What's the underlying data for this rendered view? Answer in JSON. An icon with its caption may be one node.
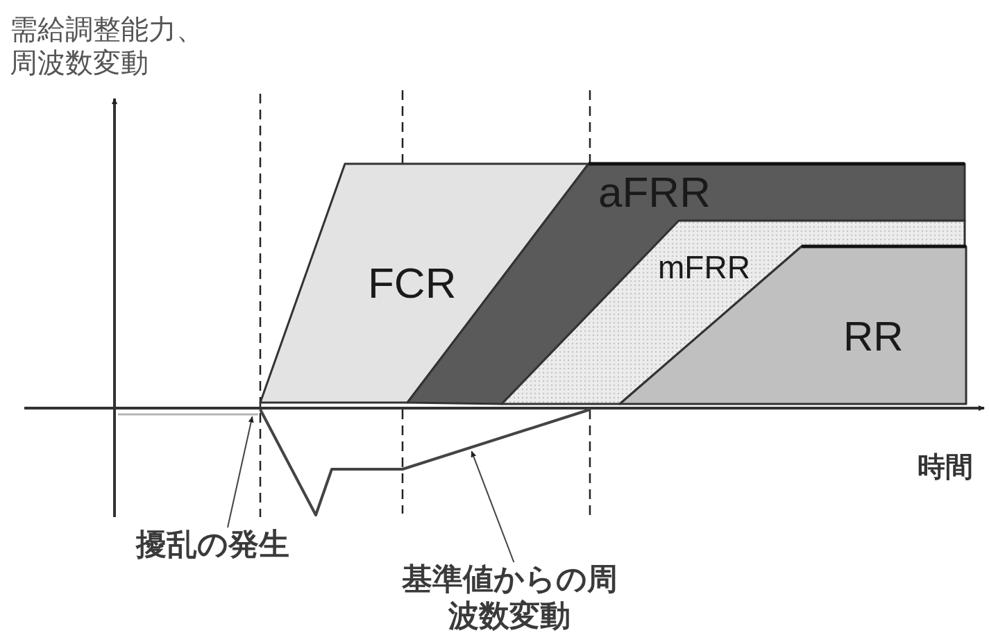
{
  "diagram": {
    "nodes": [
      {
        "text": [
          "FCR"
        ]
      },
      {
        "text": [
          "aFRR"
        ]
      },
      {
        "text": [
          "mFRR"
        ]
      },
      {
        "text": [
          "RR"
        ]
      },
      {
        "text": [
          "擾乱の発生"
        ]
      },
      {
        "text": [
          "基準値からの周波数変動"
        ]
      },
      {
        "text": [],
        "shape": "line"
      }
    ],
    "edges": [
      {
        "from": 4,
        "to": 6,
        "arrow": "to"
      },
      {
        "from": 5,
        "to": 6,
        "arrow": "to"
      }
    ],
    "labels": [
      "需給調整能力、周波数変動",
      "時間"
    ]
  }
}
